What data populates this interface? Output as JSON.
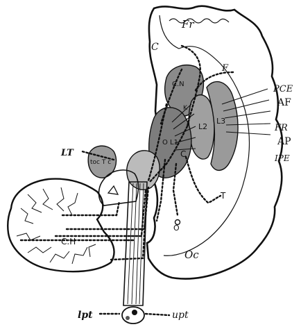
{
  "labels": {
    "fr": "Fr",
    "f_top": "F",
    "c_top": "C",
    "cn": "C.N",
    "pce": "PCE",
    "af": "AF",
    "fr_right": "FR",
    "ap": "AP",
    "ipe": "IPE",
    "k": "K",
    "l2": "L2",
    "l3": "L3",
    "o_l1": "O L1",
    "c_mid": "C",
    "t": "T",
    "o_bottom": "O",
    "lt": "LT",
    "toc": "toc T c",
    "ch": "C.H",
    "oc": "Oc",
    "lpt": "lpt",
    "upt": "upt"
  },
  "colors": {
    "ink": "#111111",
    "shade": "#888888",
    "paper": "#ffffff"
  }
}
